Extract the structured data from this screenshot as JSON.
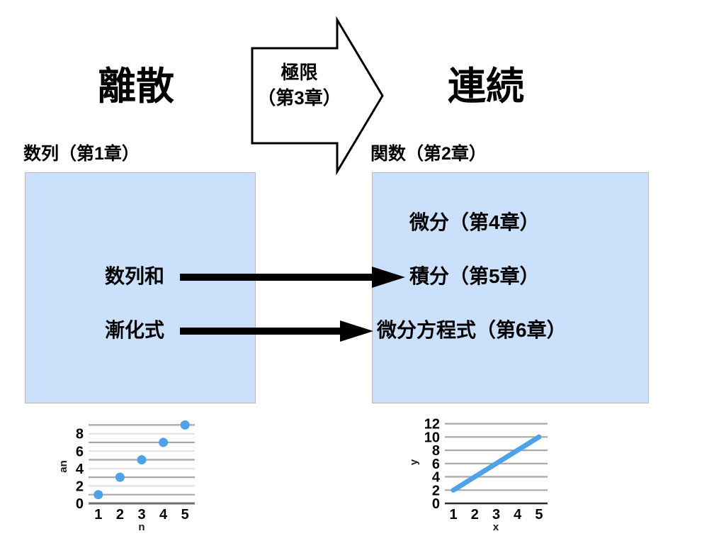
{
  "headings": {
    "discrete": "離散",
    "continuous": "連続"
  },
  "captions": {
    "left_box": "数列（第1章）",
    "right_box": "関数（第2章）"
  },
  "limit_arrow": {
    "line1": "極限",
    "line2": "（第3章）",
    "direction": "right"
  },
  "left_items": [
    {
      "label": "数列和"
    },
    {
      "label": "漸化式"
    }
  ],
  "right_items": [
    {
      "label": "微分（第4章）"
    },
    {
      "label": "積分（第5章）"
    },
    {
      "label": "微分方程式（第6章）"
    }
  ],
  "connectors": [
    {
      "from": "数列和",
      "to": "積分（第5章）"
    },
    {
      "from": "漸化式",
      "to": "微分方程式（第6章）"
    }
  ],
  "colors": {
    "box_fill": "#cbe0fa",
    "box_border": "#b9b9b9",
    "data_blue": "#4da2e8",
    "gridline_light": "#e3e3e3",
    "gridline_dark": "#a8a8a8",
    "text": "#000000"
  },
  "chart_data": [
    {
      "id": "sequence-scatter",
      "type": "scatter",
      "title": "",
      "xlabel": "n",
      "ylabel": "an",
      "x": [
        1,
        2,
        3,
        4,
        5
      ],
      "values": [
        1,
        3,
        5,
        7,
        9
      ],
      "xticks": [
        1,
        2,
        3,
        4,
        5
      ],
      "yticks": [
        0,
        2,
        4,
        6,
        8
      ],
      "gridlines_y": [
        1,
        2,
        3,
        4,
        5,
        6,
        7,
        8,
        9
      ],
      "xlim": [
        0.55,
        5.45
      ],
      "ylim": [
        0,
        9.6
      ],
      "grid": true,
      "legend": "none",
      "marker_color": "#4da2e8"
    },
    {
      "id": "function-line",
      "type": "line",
      "title": "",
      "xlabel": "x",
      "ylabel": "y",
      "x": [
        1,
        5
      ],
      "values": [
        2,
        10
      ],
      "xticks": [
        1,
        2,
        3,
        4,
        5
      ],
      "yticks": [
        0,
        2,
        4,
        6,
        8,
        10,
        12
      ],
      "gridlines_y": [
        2,
        4,
        6,
        8,
        10,
        12
      ],
      "xlim": [
        0.6,
        5.4
      ],
      "ylim": [
        0,
        12.6
      ],
      "grid": true,
      "legend": "none",
      "line_color": "#4da2e8"
    }
  ]
}
